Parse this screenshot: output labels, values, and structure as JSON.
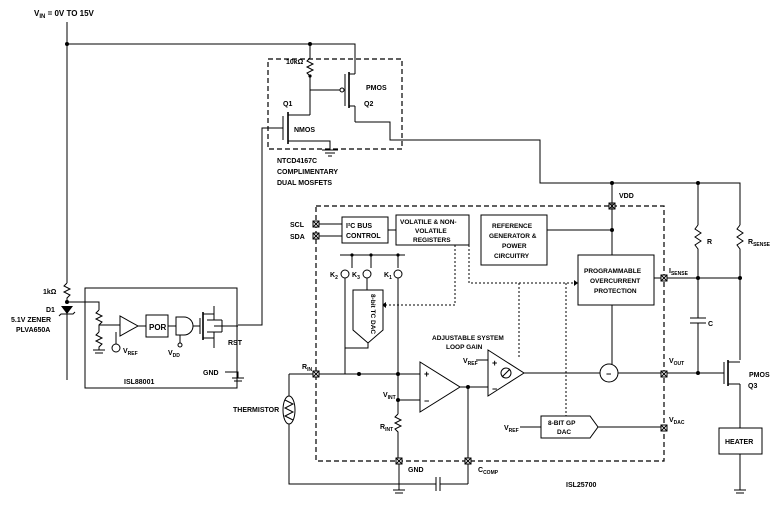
{
  "labels": {
    "vin": "V",
    "vin_sub": "IN",
    "vin_rest": " = 0V TO 15V",
    "r_10k": "10kΩ",
    "pmos_top": "PMOS",
    "q1": "Q1",
    "q2": "Q2",
    "nmos": "NMOS",
    "dual_mos_1": "NTCD4167C",
    "dual_mos_2": "COMPLIMENTARY",
    "dual_mos_3": "DUAL MOSFETS",
    "r_1k": "1kΩ",
    "d1": "D1",
    "zener_1": "5.1V ZENER",
    "zener_2": "PLVA650A",
    "por": "POR",
    "vref_l": "V",
    "vref_l_sub": "REF",
    "vdd_l": "V",
    "vdd_l_sub": "DD",
    "rst": "RST",
    "gnd_l": "GND",
    "isl88001": "ISL88001",
    "thermistor": "THERMISTOR",
    "scl": "SCL",
    "sda": "SDA",
    "i2c_1": "I²C BUS",
    "i2c_2": "CONTROL",
    "vol_1": "VOLATILE & NON-",
    "vol_2": "VOLATILE",
    "vol_3": "REGISTERS",
    "ref_1": "REFERENCE",
    "ref_2": "GENERATOR &",
    "ref_3": "POWER",
    "ref_4": "CIRCUITRY",
    "vdd_top": "VDD",
    "prog_1": "PROGRAMMABLE",
    "prog_2": "OVERCURRENT",
    "prog_3": "PROTECTION",
    "k2": "K",
    "k2_sub": "2",
    "k3": "K",
    "k3_sub": "3",
    "k1": "K",
    "k1_sub": "1",
    "dac_vert": "8-bit TC DAC",
    "loop_1": "ADJUSTABLE SYSTEM",
    "loop_2": "LOOP GAIN",
    "vref_amp": "V",
    "vref_amp_sub": "REF",
    "rin": "R",
    "rin_sub": "IN",
    "vint": "V",
    "vint_sub": "INT",
    "rint": "R",
    "rint_sub": "INT",
    "gp_dac_1": "8-BIT GP",
    "gp_dac_2": "DAC",
    "vref_dac": "V",
    "vref_dac_sub": "REF",
    "vdac": "V",
    "vdac_sub": "DAC",
    "vout": "V",
    "vout_sub": "OUT",
    "isense": "I",
    "isense_sub": "SENSE",
    "gnd_ic": "GND",
    "ccomp": "C",
    "ccomp_sub": "COMP",
    "isl25700": "ISL25700",
    "r_lbl": "R",
    "rsense": "R",
    "rsense_sub": "SENSE",
    "c_lbl": "C",
    "pmos_q3": "PMOS",
    "q3": "Q3",
    "heater": "HEATER",
    "plus": "+",
    "minus": "−"
  }
}
